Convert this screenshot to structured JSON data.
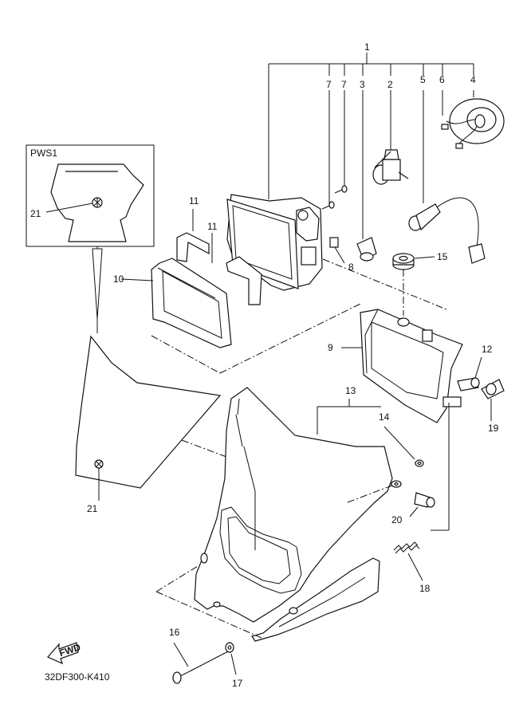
{
  "diagram": {
    "code": "32DF300-K410",
    "inset_label": "PWS1",
    "fwd_label": "FWD",
    "callouts": {
      "c1": "1",
      "c2": "2",
      "c3": "3",
      "c4": "4",
      "c5": "5",
      "c6": "6",
      "c7a": "7",
      "c7b": "7",
      "c8": "8",
      "c9": "9",
      "c10": "10",
      "c11a": "11",
      "c11b": "11",
      "c12": "12",
      "c13": "13",
      "c14": "14",
      "c15": "15",
      "c16": "16",
      "c17": "17",
      "c18": "18",
      "c19": "19",
      "c20": "20",
      "c21a": "21",
      "c21b": "21"
    }
  }
}
